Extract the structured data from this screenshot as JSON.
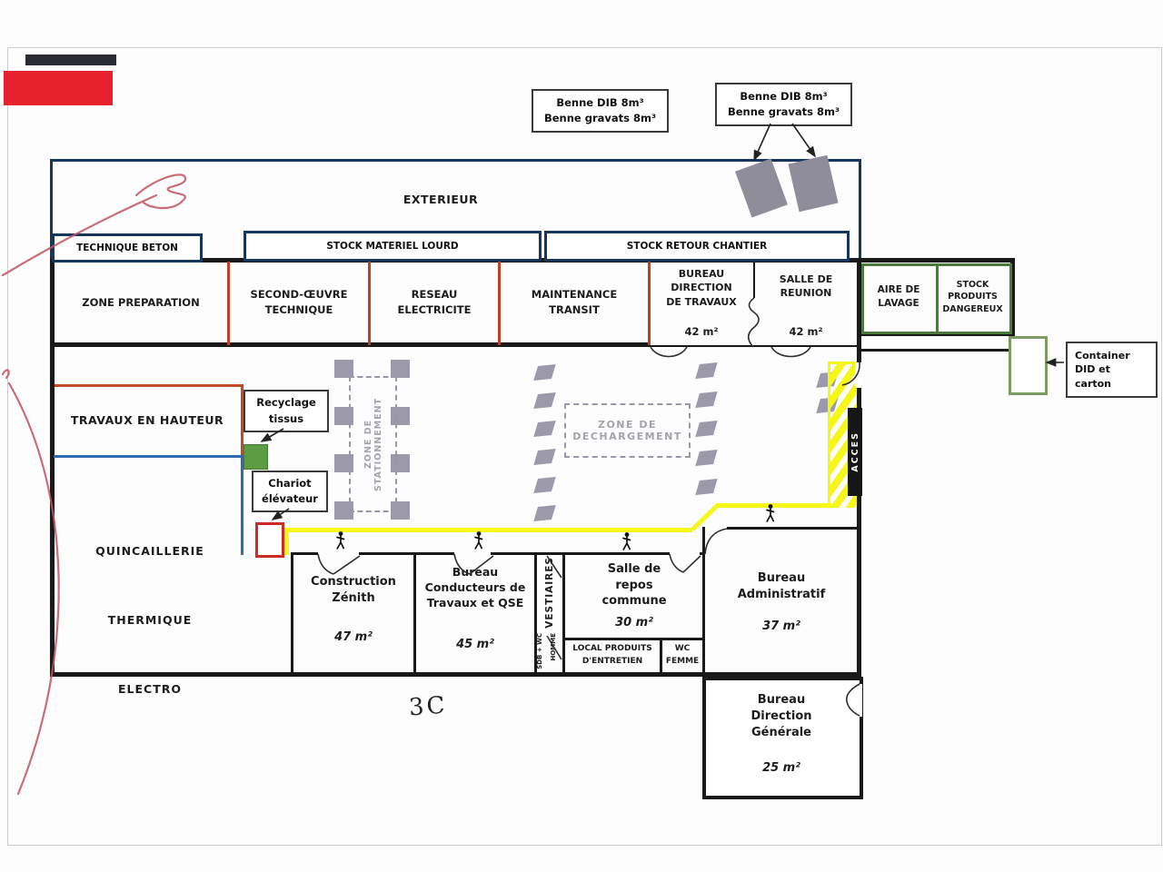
{
  "colors": {
    "navy": "#17365d",
    "wall_black": "#191919",
    "divider_red": "#bf4022",
    "accent_orange": "#c14a28",
    "accent_blue": "#2e6bb0",
    "green_fill": "#5d9c43",
    "green_border": "#4c7a3e",
    "olive_border": "#7d9c61",
    "walkway_yellow": "#f6f619",
    "parking_gray": "#9b99aa",
    "benne_gray": "#8e8d99",
    "pen_red": "#c25360",
    "chariot_red": "#cf2b25",
    "logo_black": "#2b2b33",
    "logo_red": "#e8212e"
  },
  "callouts": {
    "benne_left": "Benne DIB 8m³\nBenne gravats 8m³",
    "benne_right": "Benne DIB 8m³\nBenne gravats 8m³",
    "container": "Container\nDID et\ncarton",
    "recyclage": "Recyclage\ntissus",
    "chariot": "Chariot\nélévateur"
  },
  "exterior": {
    "label": "EXTERIEUR",
    "technique_beton": "TECHNIQUE BETON",
    "stock_materiel_lourd": "STOCK MATERIEL LOURD",
    "stock_retour_chantier": "STOCK RETOUR CHANTIER"
  },
  "top_row": {
    "zone_preparation": "ZONE PREPARATION",
    "second_oeuvre": "SECOND-ŒUVRE\nTECHNIQUE",
    "reseau": "RESEAU\nELECTRICITE",
    "maintenance": "MAINTENANCE\nTRANSIT",
    "bureau_direction": "BUREAU\nDIRECTION\nDE TRAVAUX",
    "bureau_direction_area": "42 m²",
    "salle_reunion": "SALLE DE\nREUNION",
    "salle_reunion_area": "42 m²",
    "aire_lavage": "AIRE DE\nLAVAGE",
    "stock_dangereux": "STOCK\nPRODUITS\nDANGEREUX"
  },
  "hall": {
    "travaux_hauteur": "TRAVAUX EN HAUTEUR",
    "quincaillerie_l1": "QUINCAILLERIE",
    "quincaillerie_l2": "THERMIQUE",
    "quincaillerie_l3": "ELECTRO",
    "stationnement": "ZONE DE\nSTATIONNEMENT",
    "dechargement": "ZONE DE\nDECHARGEMENT",
    "acces": "ACCES"
  },
  "bottom_row": {
    "construction_zenith": "Construction\nZénith",
    "construction_zenith_area": "47 m²",
    "bureau_conducteurs": "Bureau\nConducteurs de\nTravaux et QSE",
    "bureau_conducteurs_area": "45 m²",
    "vestiaires": "VESTIAIRES",
    "sdb_wc": "SDB + WC",
    "homme": "HOMME",
    "salle_repos": "Salle de\nrepos\ncommune",
    "salle_repos_area": "30 m²",
    "local_produits": "LOCAL PRODUITS\nD'ENTRETIEN",
    "wc_femme": "WC\nFEMME",
    "bureau_admin": "Bureau\nAdministratif",
    "bureau_admin_area": "37 m²",
    "bureau_dg": "Bureau\nDirection\nGénérale",
    "bureau_dg_area": "25 m²"
  },
  "annotations": {
    "handwritten": "3C"
  }
}
